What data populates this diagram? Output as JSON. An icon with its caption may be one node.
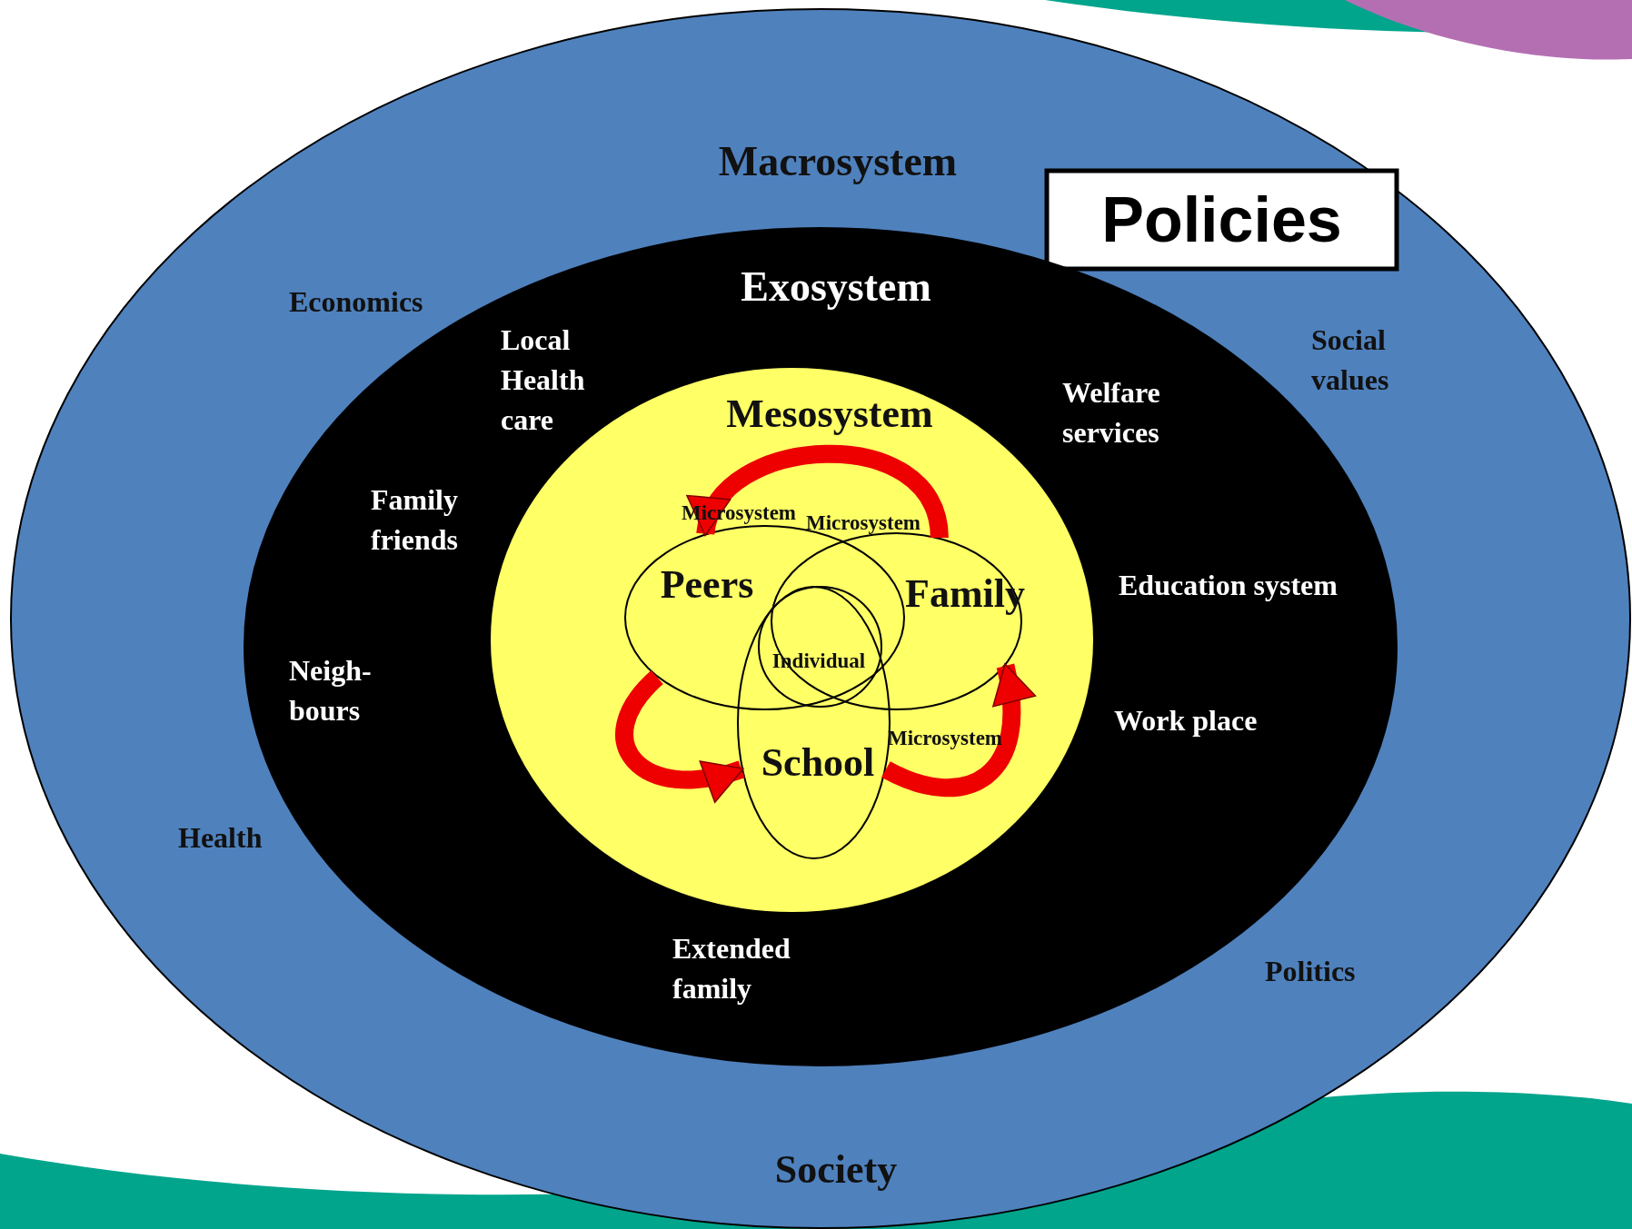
{
  "diagram": {
    "nodes": [
      {
        "text": [
          "Macrosystem",
          "Economics",
          "Social values",
          "Health",
          "Politics",
          "Society"
        ]
      },
      {
        "text": [
          "Policies"
        ],
        "in": 0
      },
      {
        "text": [
          "Exosystem",
          "Local Health care",
          "Welfare services",
          "Family friends",
          "Education system",
          "Neigh- bours",
          "Work place",
          "Extended family"
        ],
        "in": 0
      },
      {
        "text": [
          "Mesosystem"
        ],
        "in": 2
      },
      {
        "text": [
          "Peers"
        ],
        "in": 3
      },
      {
        "text": [
          "Family"
        ],
        "in": 3
      },
      {
        "text": [
          "School"
        ],
        "in": 3
      },
      {
        "text": [
          "Individual"
        ]
      }
    ],
    "edges": [
      {
        "from": 5,
        "to": 4,
        "arrow": "to"
      },
      {
        "from": 4,
        "to": 6,
        "arrow": "to"
      },
      {
        "from": 6,
        "to": 5,
        "arrow": "to"
      }
    ],
    "labels": [
      "Microsystem",
      "Microsystem",
      "Microsystem"
    ]
  }
}
